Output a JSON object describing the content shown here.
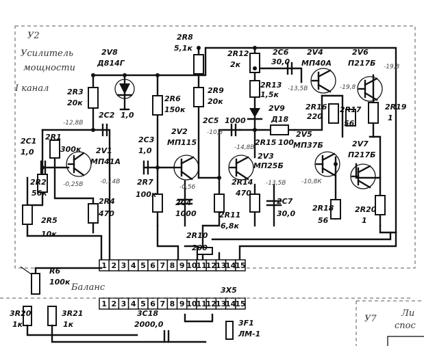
{
  "block_title": {
    "line1": "У2",
    "line2": "Усилитель",
    "line3": "мощности",
    "line4": "I канал"
  },
  "block_u7": "У7",
  "block_u7_text": "Ли",
  "block_u7_text2": "спос",
  "balance_label": "Баланс",
  "connector_top": "3X5",
  "transistors": [
    {
      "ref": "2V1",
      "type": "МП41А"
    },
    {
      "ref": "2V2",
      "type": "МП115"
    },
    {
      "ref": "2V3",
      "type": "МП25Б"
    },
    {
      "ref": "2V4",
      "type": "МП40А"
    },
    {
      "ref": "2V5",
      "type": "МП37Б"
    },
    {
      "ref": "2V6",
      "type": "П217Б"
    },
    {
      "ref": "2V7",
      "type": "П217Б"
    }
  ],
  "diodes": [
    {
      "ref": "2V8",
      "type": "Д814Г"
    },
    {
      "ref": "2V9",
      "type": "Д18"
    }
  ],
  "resistors": [
    {
      "ref": "2R1",
      "value": "300к"
    },
    {
      "ref": "2R2",
      "value": "56к"
    },
    {
      "ref": "2R3",
      "value": "20к"
    },
    {
      "ref": "2R4",
      "value": "470"
    },
    {
      "ref": "2R5",
      "value": "10к"
    },
    {
      "ref": "2R6",
      "value": "150к"
    },
    {
      "ref": "2R7",
      "value": "100к"
    },
    {
      "ref": "2R8",
      "value": "5,1к"
    },
    {
      "ref": "2R9",
      "value": "20к"
    },
    {
      "ref": "2R10",
      "value": "200"
    },
    {
      "ref": "2R11",
      "value": "6,8к"
    },
    {
      "ref": "2R12",
      "value": "2к"
    },
    {
      "ref": "2R13",
      "value": "1,5к"
    },
    {
      "ref": "2R14",
      "value": "470"
    },
    {
      "ref": "2R15",
      "value": "100"
    },
    {
      "ref": "2R16",
      "value": "220"
    },
    {
      "ref": "2R17",
      "value": "56"
    },
    {
      "ref": "2R18",
      "value": "56"
    },
    {
      "ref": "2R19",
      "value": "1"
    },
    {
      "ref": "2R20",
      "value": "1"
    }
  ],
  "capacitors": [
    {
      "ref": "2C1",
      "value": "1,0"
    },
    {
      "ref": "2C2",
      "value": "1,0"
    },
    {
      "ref": "2C3",
      "value": "1,0"
    },
    {
      "ref": "2C4",
      "value": "1000"
    },
    {
      "ref": "2C5",
      "value": "1000"
    },
    {
      "ref": "2C6",
      "value": "30,0"
    },
    {
      "ref": "2C7",
      "value": "30,0"
    }
  ],
  "voltages": [
    "-12,8В",
    "-0,25В",
    "-0,14В",
    "-0,56",
    "-10,8",
    "-14,8В",
    "-13,5В",
    "-10,8К",
    "-19,8",
    "-19,8",
    "-13,5В"
  ],
  "bottom_parts": [
    {
      "ref": "R6",
      "value": "100к"
    },
    {
      "ref": "3R20",
      "value": "1к"
    },
    {
      "ref": "3R21",
      "value": "1к"
    },
    {
      "ref": "3C18",
      "value": "2000,0"
    },
    {
      "ref": "3F1",
      "value": "ЛМ-1"
    }
  ],
  "pins": [
    "1",
    "2",
    "3",
    "4",
    "5",
    "6",
    "7",
    "8",
    "9",
    "10",
    "11",
    "12",
    "13",
    "14",
    "15"
  ]
}
